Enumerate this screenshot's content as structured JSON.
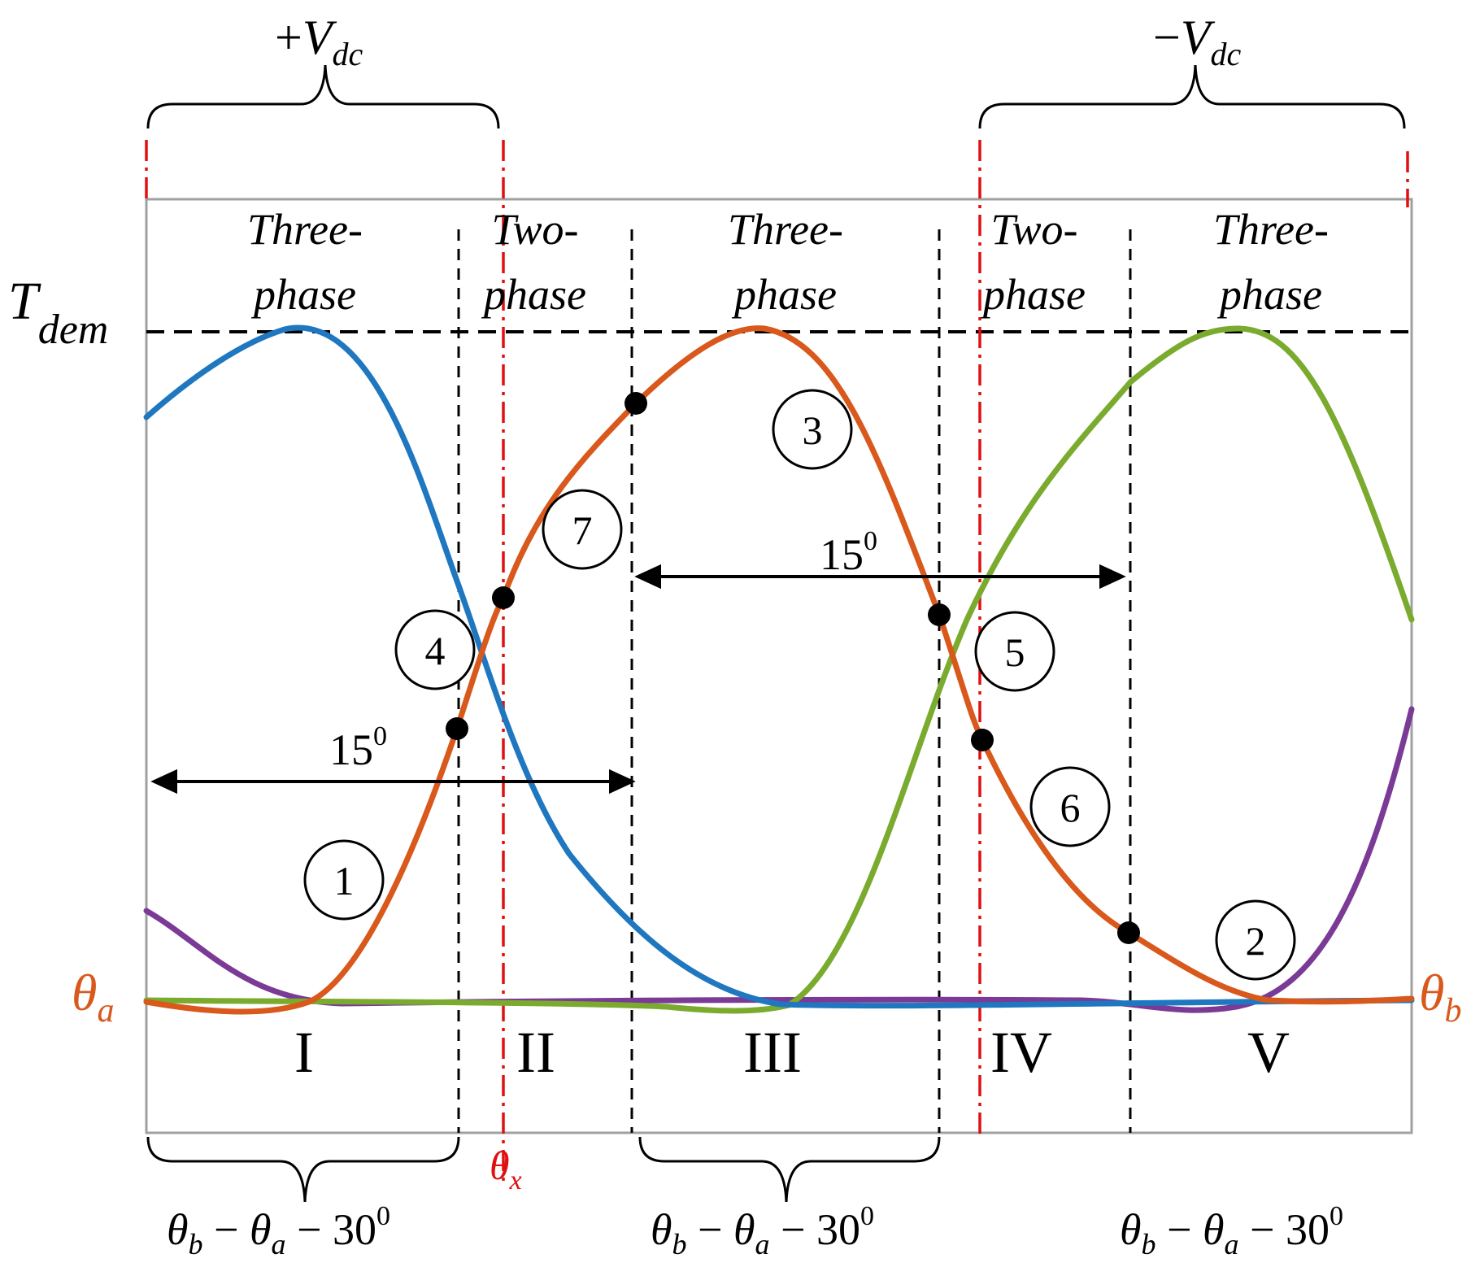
{
  "labels": {
    "vdc_pos_sign": "+",
    "vdc_neg_sign": "−",
    "vdc_letter": "V",
    "vdc_sub": "dc",
    "t_letter": "T",
    "t_sub": "dem",
    "theta": "θ",
    "sub_a": "a",
    "sub_b": "b",
    "sub_x": "x",
    "bottom_expr_mid": " − ",
    "bottom_expr_tail": " − 30",
    "bottom_expr_sup": "0",
    "angle_value": "15",
    "angle_sup": "0"
  },
  "phase_labels": [
    {
      "line1": "Three-",
      "line2": "phase"
    },
    {
      "line1": "Two-",
      "line2": "phase"
    },
    {
      "line1": "Three-",
      "line2": "phase"
    },
    {
      "line1": "Two-",
      "line2": "phase"
    },
    {
      "line1": "Three-",
      "line2": "phase"
    }
  ],
  "regions": [
    "I",
    "II",
    "III",
    "IV",
    "V"
  ],
  "markers": [
    "1",
    "2",
    "3",
    "4",
    "5",
    "6",
    "7"
  ],
  "colors": {
    "blue": "#1f77c0",
    "orange": "#d9581c",
    "green": "#7aab2e",
    "purple": "#7a3a96",
    "red": "#e01010",
    "black": "#000000",
    "frame": "#a0a0a0"
  }
}
